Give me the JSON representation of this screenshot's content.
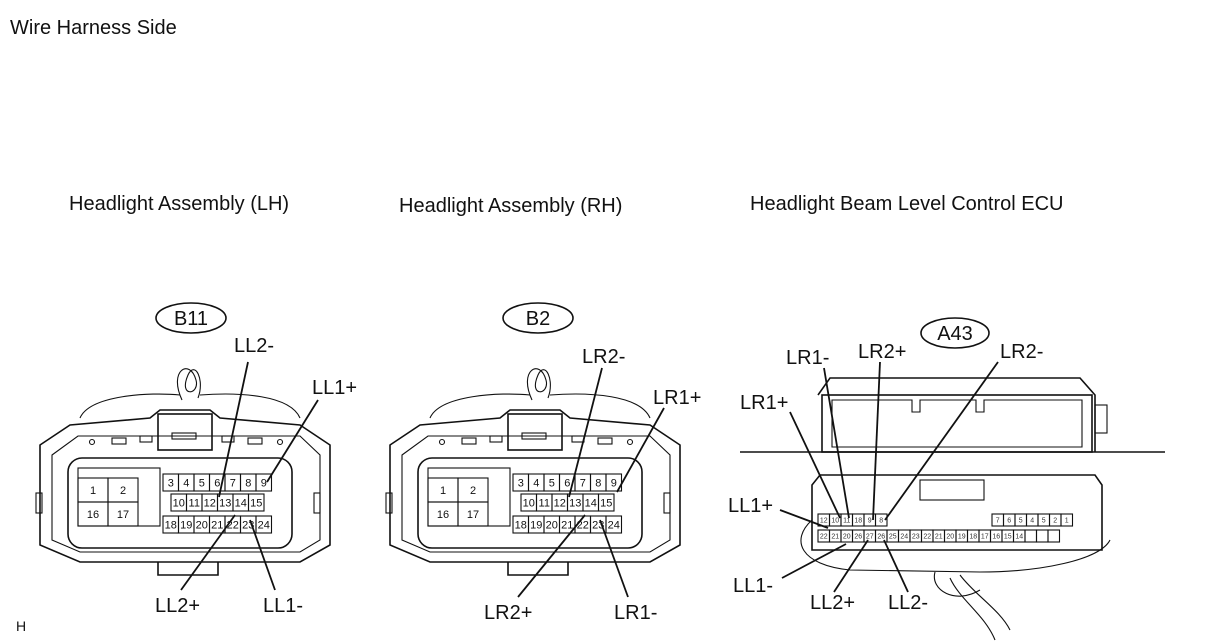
{
  "header": {
    "title": "Wire Harness Side"
  },
  "footer": {
    "mark": "H"
  },
  "connectors": [
    {
      "id": "lh",
      "title": "Headlight Assembly (LH)",
      "code": "B11",
      "pins_top": [
        "3",
        "4",
        "5",
        "6",
        "7",
        "8",
        "9"
      ],
      "pins_mid": [
        "10",
        "11",
        "12",
        "13",
        "14",
        "15"
      ],
      "pins_bot": [
        "18",
        "19",
        "20",
        "21",
        "22",
        "23",
        "24"
      ],
      "pins_left_top": [
        "1",
        "2"
      ],
      "pins_left_bot": [
        "16",
        "17"
      ],
      "labels": {
        "a": "LL2-",
        "b": "LL1+",
        "c": "LL2+",
        "d": "LL1-"
      }
    },
    {
      "id": "rh",
      "title": "Headlight Assembly (RH)",
      "code": "B2",
      "pins_top": [
        "3",
        "4",
        "5",
        "6",
        "7",
        "8",
        "9"
      ],
      "pins_mid": [
        "10",
        "11",
        "12",
        "13",
        "14",
        "15"
      ],
      "pins_bot": [
        "18",
        "19",
        "20",
        "21",
        "22",
        "23",
        "24"
      ],
      "pins_left_top": [
        "1",
        "2"
      ],
      "pins_left_bot": [
        "16",
        "17"
      ],
      "labels": {
        "a": "LR2-",
        "b": "LR1+",
        "c": "LR2+",
        "d": "LR1-"
      }
    },
    {
      "id": "ecu",
      "title": "Headlight Beam Level Control ECU",
      "code": "A43",
      "pins_top_left": [
        "12",
        "10",
        "11",
        "18",
        "9",
        "8"
      ],
      "pins_top_right": [
        "7",
        "6",
        "5",
        "4",
        "5",
        "2",
        "1"
      ],
      "pins_bottom": [
        "22",
        "21",
        "20",
        "26",
        "27",
        "26",
        "25",
        "24",
        "23",
        "22",
        "21",
        "20",
        "19",
        "18",
        "17",
        "16",
        "15",
        "14"
      ],
      "labels": {
        "lr1m": "LR1-",
        "lr2p": "LR2+",
        "lr2m": "LR2-",
        "lr1p": "LR1+",
        "ll1p": "LL1+",
        "ll1m": "LL1-",
        "ll2p": "LL2+",
        "ll2m": "LL2-"
      }
    }
  ]
}
